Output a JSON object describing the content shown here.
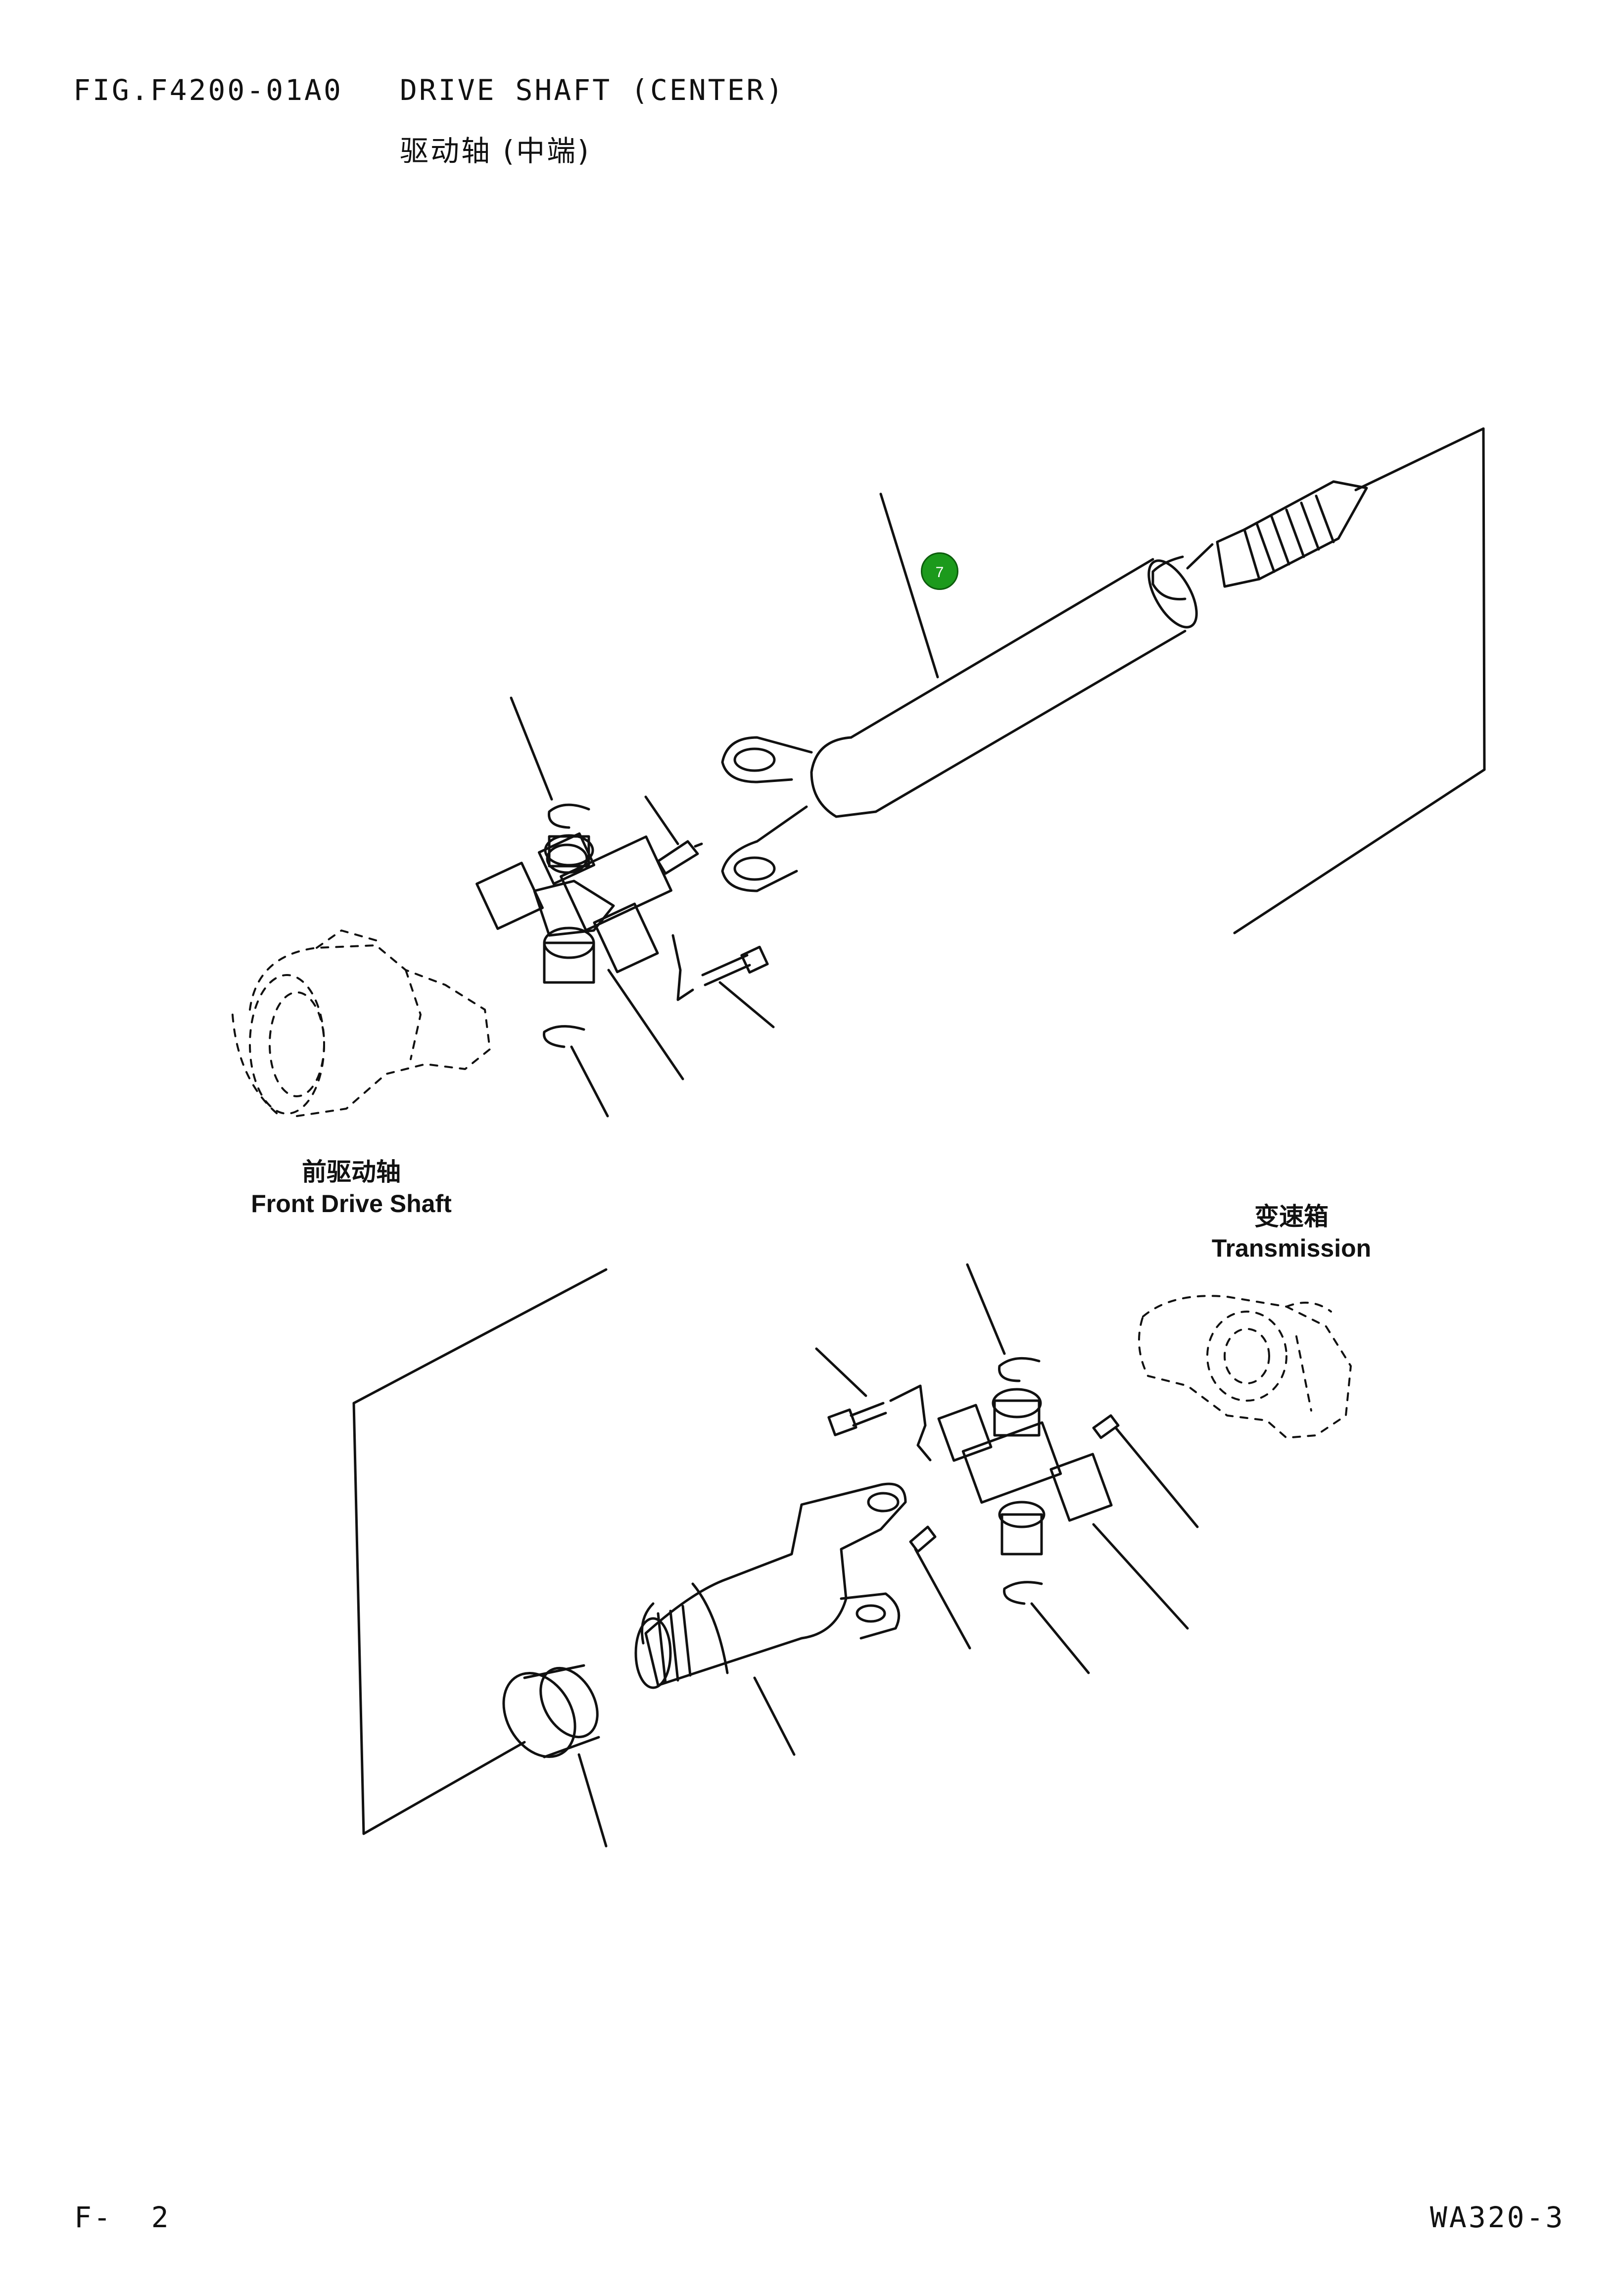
{
  "header": {
    "fig_code": "FIG.F4200-01A0",
    "title_en": "DRIVE SHAFT (CENTER)",
    "title_cn": "驱动轴 (中端)"
  },
  "labels": {
    "front_cn": "前驱动轴",
    "front_en": "Front Drive Shaft",
    "trans_cn": "变速箱",
    "trans_en": "Transmission"
  },
  "callout": {
    "number": "7",
    "color": "#1c9a1c"
  },
  "footer": {
    "left": "F-  2",
    "right": "WA320-3"
  },
  "icons": [
    "drive-shaft",
    "universal-joint",
    "snap-ring",
    "bolt",
    "grease-fitting",
    "spline-sleeve",
    "cap-nut",
    "front-axle-housing",
    "transmission-housing"
  ]
}
